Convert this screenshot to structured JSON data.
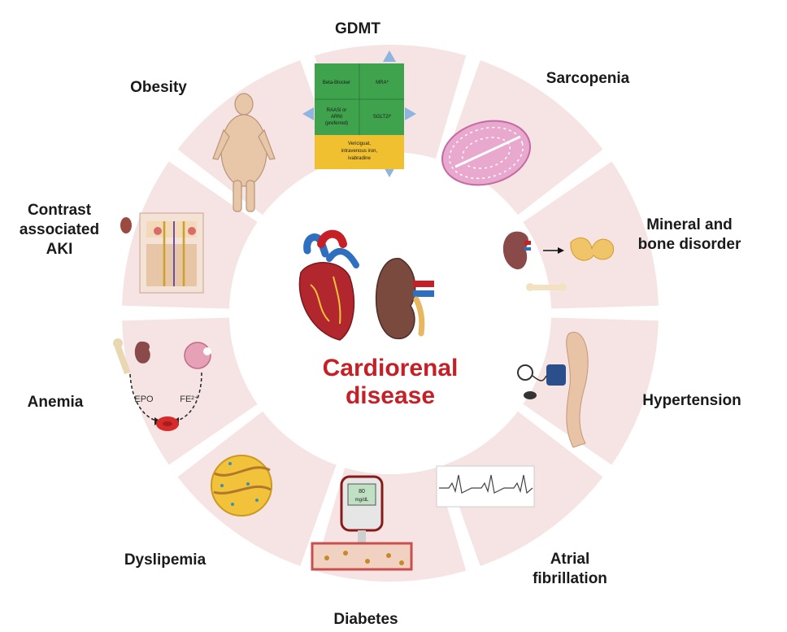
{
  "center": {
    "line1": "Cardiorenal",
    "line2": "disease"
  },
  "segments": [
    {
      "key": "gdmt",
      "label": "GDMT"
    },
    {
      "key": "sarcopenia",
      "label": "Sarcopenia"
    },
    {
      "key": "mineral",
      "label_line1": "Mineral and",
      "label_line2": "bone disorder"
    },
    {
      "key": "hypertension",
      "label": "Hypertension"
    },
    {
      "key": "afib",
      "label_line1": "Atrial",
      "label_line2": "fibrillation"
    },
    {
      "key": "diabetes",
      "label": "Diabetes"
    },
    {
      "key": "dyslipemia",
      "label": "Dyslipemia"
    },
    {
      "key": "anemia",
      "label": "Anemia"
    },
    {
      "key": "contrast",
      "label_line1": "Contrast",
      "label_line2": "associated",
      "label_line3": "AKI"
    },
    {
      "key": "obesity",
      "label": "Obesity"
    }
  ],
  "gdmt_grid": {
    "top_left": "Beta-Blocker",
    "top_right": "MRA*",
    "mid_left_1": "RAASi or",
    "mid_left_2": "ARNI",
    "mid_left_3": "(preferred)",
    "mid_right": "SGLT2i*",
    "bottom_1": "Vericiguat,",
    "bottom_2": "intravenous iron,",
    "bottom_3": "ivabradine"
  },
  "anemia_panel": {
    "epo": "EPO",
    "fe": "FE²⁺"
  },
  "glucometer": {
    "value": "80",
    "unit": "mg/dL"
  },
  "colors": {
    "segment_fill": "#f6e4e4",
    "ring_bg": "#ffffff",
    "accent_red": "#c62026",
    "grid_green": "#3fa34d",
    "grid_yellow": "#f0c030",
    "arrow_blue": "#8fb4e0"
  }
}
